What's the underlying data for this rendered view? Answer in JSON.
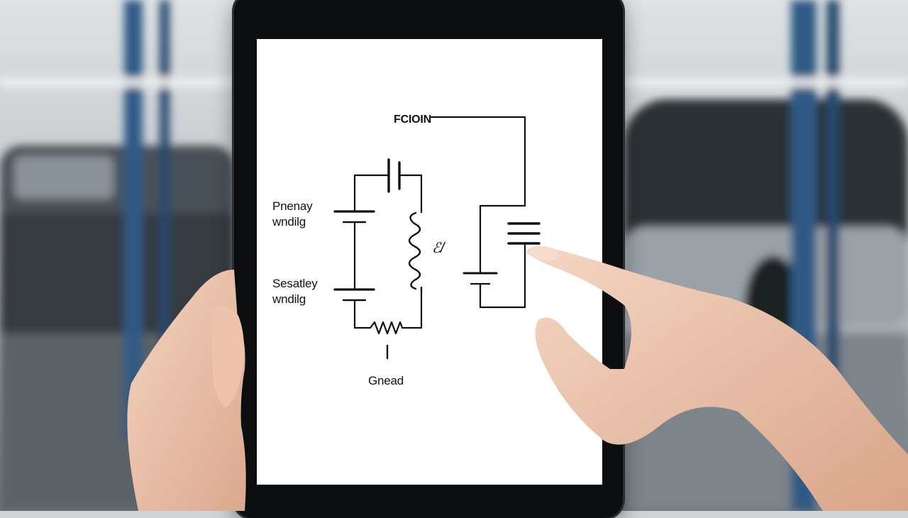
{
  "diagram": {
    "top_label": "FCIOIN",
    "primary_label_line1": "Pnenay",
    "primary_label_line2": "wndilg",
    "secondary_label_line1": "Sesatley",
    "secondary_label_line2": "wndilg",
    "middle_symbol": "ℰ/",
    "ground_label": "Gnead"
  },
  "colors": {
    "ink": "#111111",
    "screen": "#ffffff",
    "bezel": "#0c0d0f",
    "garage_lift": "#2f5a85",
    "skin": "#efc8b1"
  },
  "icons": {
    "capacitor": "capacitor-icon",
    "battery": "battery-icon",
    "inductor": "inductor-icon",
    "resistor": "resistor-icon",
    "ground": "ground-icon"
  }
}
